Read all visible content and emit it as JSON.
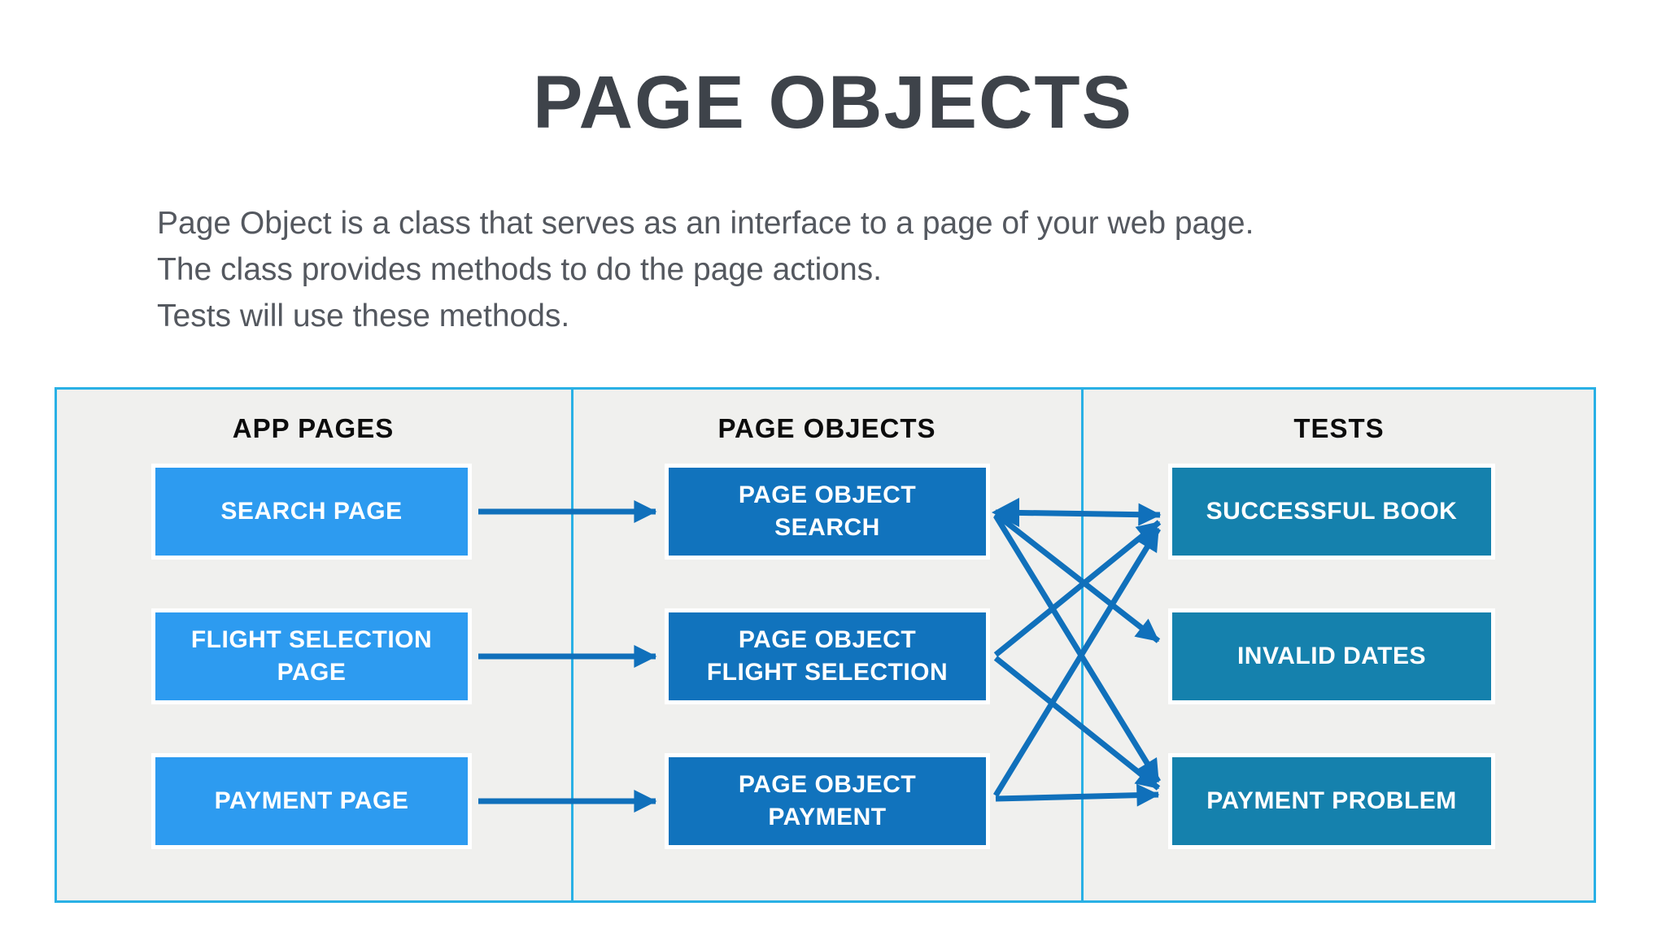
{
  "title": "PAGE OBJECTS",
  "description": {
    "lines": [
      "Page Object is a class that serves as an interface to a page of your web page.",
      "The class provides methods to do the page actions.",
      "Tests will use these methods."
    ]
  },
  "diagram": {
    "columns": [
      {
        "header": "APP PAGES",
        "boxes": [
          {
            "label": "SEARCH PAGE"
          },
          {
            "label": "FLIGHT SELECTION\nPAGE"
          },
          {
            "label": "PAYMENT PAGE"
          }
        ]
      },
      {
        "header": "PAGE OBJECTS",
        "boxes": [
          {
            "label": "PAGE OBJECT\nSEARCH"
          },
          {
            "label": "PAGE OBJECT\nFLIGHT SELECTION"
          },
          {
            "label": "PAGE OBJECT\nPAYMENT"
          }
        ]
      },
      {
        "header": "TESTS",
        "boxes": [
          {
            "label": "SUCCESSFUL BOOK"
          },
          {
            "label": "INVALID DATES"
          },
          {
            "label": "PAYMENT PROBLEM"
          }
        ]
      }
    ],
    "connections": [
      {
        "from": "SEARCH PAGE",
        "to": "PAGE OBJECT SEARCH"
      },
      {
        "from": "FLIGHT SELECTION PAGE",
        "to": "PAGE OBJECT FLIGHT SELECTION"
      },
      {
        "from": "PAYMENT PAGE",
        "to": "PAGE OBJECT PAYMENT"
      },
      {
        "from": "PAGE OBJECT SEARCH",
        "to": "SUCCESSFUL BOOK"
      },
      {
        "from": "PAGE OBJECT SEARCH",
        "to": "INVALID DATES"
      },
      {
        "from": "PAGE OBJECT SEARCH",
        "to": "PAYMENT PROBLEM"
      },
      {
        "from": "PAGE OBJECT FLIGHT SELECTION",
        "to": "SUCCESSFUL BOOK"
      },
      {
        "from": "PAGE OBJECT FLIGHT SELECTION",
        "to": "PAYMENT PROBLEM"
      },
      {
        "from": "PAGE OBJECT PAYMENT",
        "to": "SUCCESSFUL BOOK"
      },
      {
        "from": "PAGE OBJECT PAYMENT",
        "to": "PAYMENT PROBLEM"
      },
      {
        "from": "TESTS",
        "to": "PAGE OBJECT SEARCH",
        "note": "extra arrowhead pointing back into PAGE OBJECT SEARCH right edge"
      }
    ]
  },
  "colors": {
    "app_page_box": "#2d9bf0",
    "page_object_box": "#1173bd",
    "test_box": "#1581ad",
    "arrow": "#1070bb",
    "frame_border": "#29b0e5",
    "frame_background": "#f0f0ee",
    "title_text": "#3e434a",
    "body_text": "#54585f",
    "header_text": "#0c0c0c",
    "box_text": "#ffffff"
  }
}
